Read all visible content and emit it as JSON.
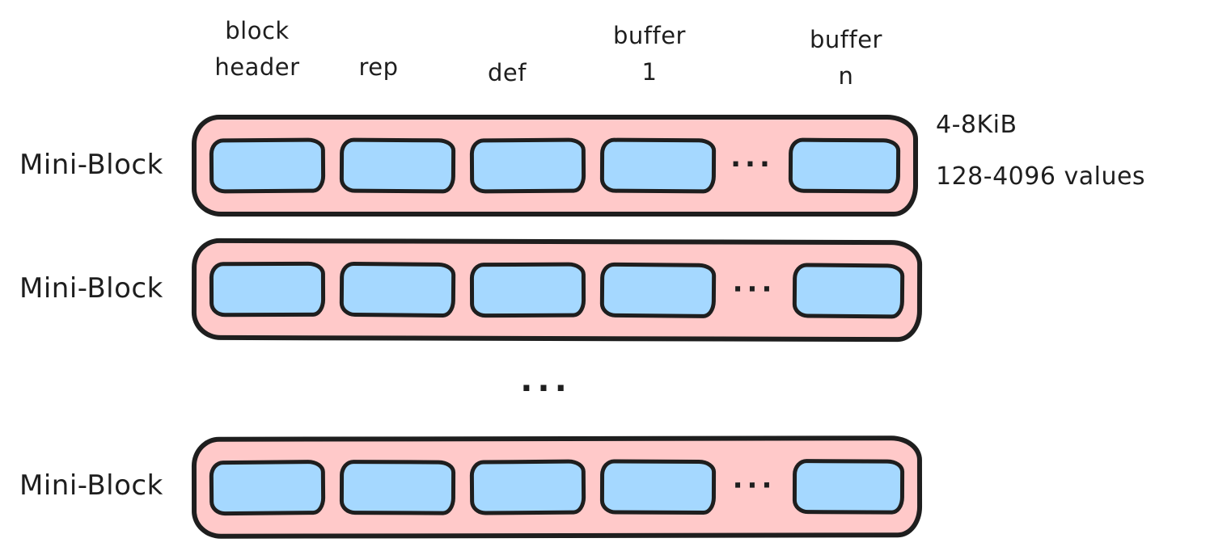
{
  "colors": {
    "container_fill": "#ffc9c9",
    "buffer_fill": "#a5d8ff",
    "stroke": "#1e1e1e"
  },
  "column_headers": [
    {
      "lines": [
        "block",
        "header"
      ]
    },
    {
      "lines": [
        "rep"
      ]
    },
    {
      "lines": [
        "def"
      ]
    },
    {
      "lines": [
        "buffer",
        "1"
      ]
    },
    {
      "lines": [
        "buffer",
        "n"
      ]
    }
  ],
  "rows": [
    {
      "label": "Mini-Block"
    },
    {
      "label": "Mini-Block"
    },
    {
      "label": "Mini-Block"
    }
  ],
  "ellipsis": "...",
  "annotations": {
    "size": "4-8KiB",
    "values": "128-4096 values"
  }
}
